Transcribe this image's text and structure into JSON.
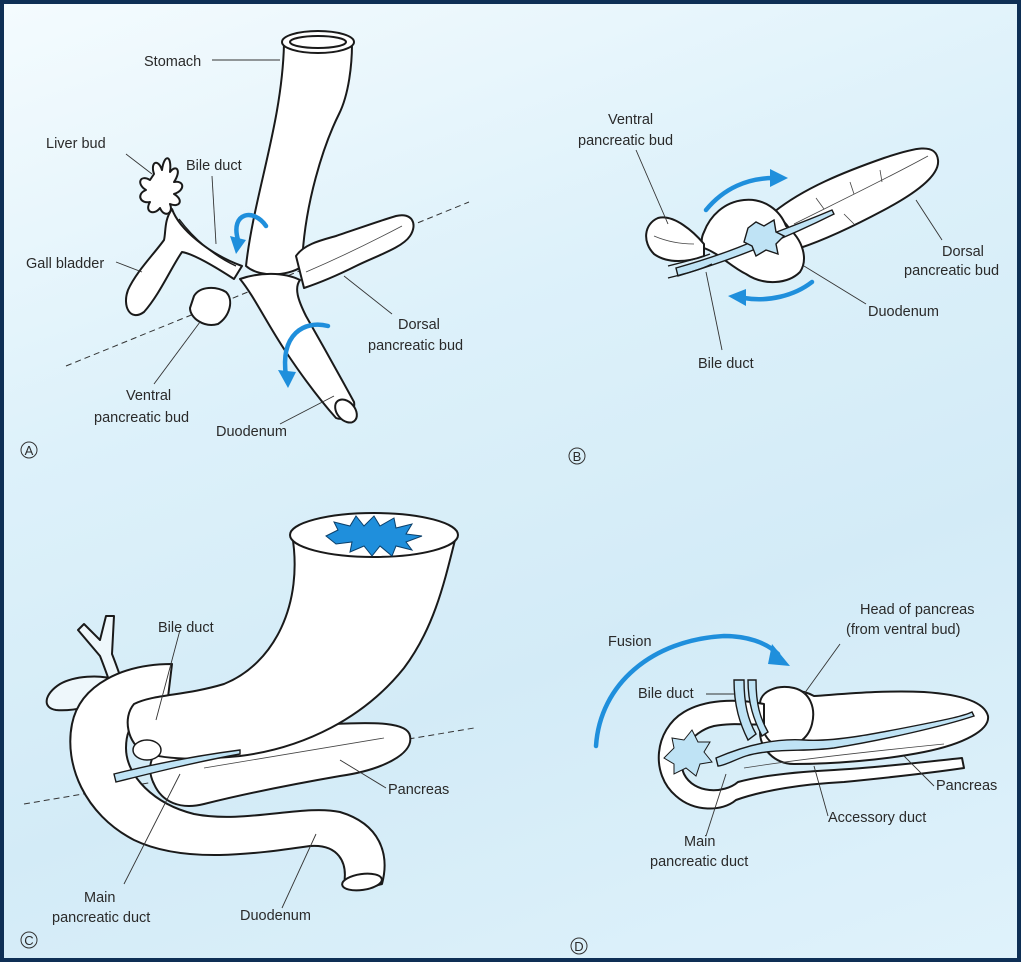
{
  "colors": {
    "frame": "#0e2f55",
    "background": "#dff1fa",
    "arrow": "#1f8fdc",
    "duct": "#bfe3f5"
  },
  "panels": {
    "a": {
      "letter": "A",
      "labels": {
        "stomach": "Stomach",
        "liver_bud": "Liver bud",
        "bile_duct": "Bile duct",
        "gall_bladder": "Gall bladder",
        "dorsal_1": "Dorsal",
        "dorsal_2": "pancreatic bud",
        "ventral_1": "Ventral",
        "ventral_2": "pancreatic bud",
        "duodenum": "Duodenum"
      }
    },
    "b": {
      "letter": "B",
      "labels": {
        "ventral_1": "Ventral",
        "ventral_2": "pancreatic bud",
        "dorsal_1": "Dorsal",
        "dorsal_2": "pancreatic bud",
        "duodenum": "Duodenum",
        "bile_duct": "Bile duct"
      }
    },
    "c": {
      "letter": "C",
      "labels": {
        "bile_duct": "Bile duct",
        "pancreas": "Pancreas",
        "main_duct_1": "Main",
        "main_duct_2": "pancreatic duct",
        "duodenum": "Duodenum"
      }
    },
    "d": {
      "letter": "D",
      "labels": {
        "fusion": "Fusion",
        "head_1": "Head of pancreas",
        "head_2": "(from ventral bud)",
        "bile_duct": "Bile duct",
        "pancreas": "Pancreas",
        "accessory_duct": "Accessory duct",
        "main_duct_1": "Main",
        "main_duct_2": "pancreatic duct"
      }
    }
  }
}
